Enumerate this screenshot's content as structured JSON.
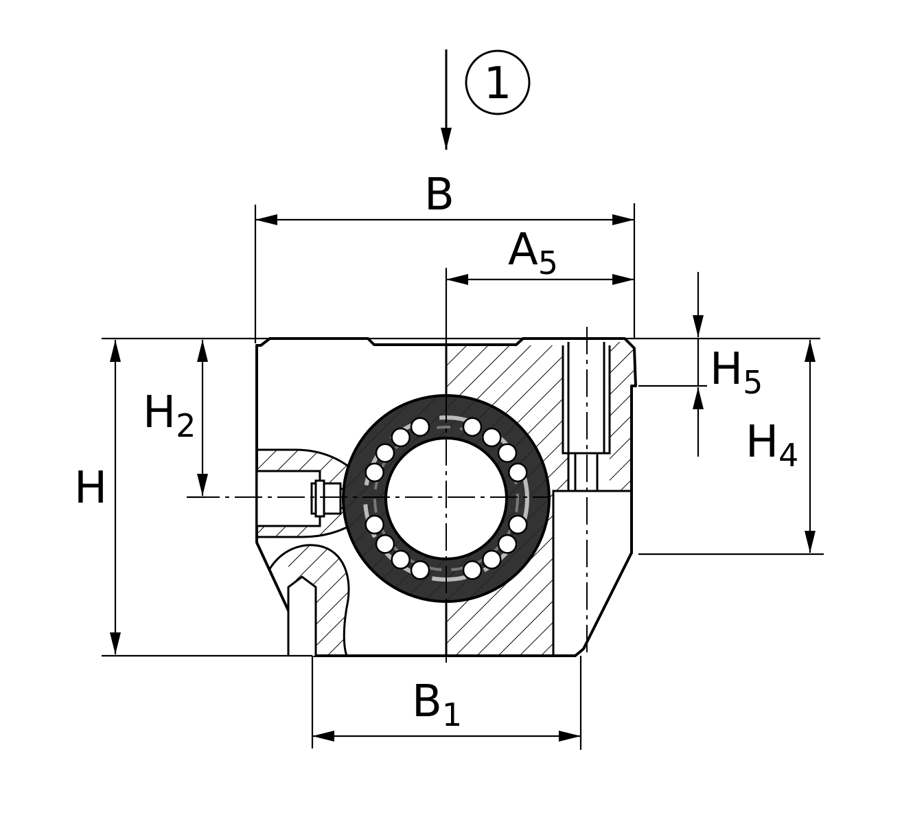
{
  "callout": {
    "number": "1"
  },
  "dimensions": {
    "B": {
      "main": "B",
      "sub": ""
    },
    "A5": {
      "main": "A",
      "sub": "5"
    },
    "H": {
      "main": "H",
      "sub": ""
    },
    "H2": {
      "main": "H",
      "sub": "2"
    },
    "H4": {
      "main": "H",
      "sub": "4"
    },
    "H5": {
      "main": "H",
      "sub": "5"
    },
    "B1": {
      "main": "B",
      "sub": "1"
    }
  },
  "colors": {
    "line": "#000000",
    "fill_dark": "#333333",
    "background": "#ffffff"
  }
}
